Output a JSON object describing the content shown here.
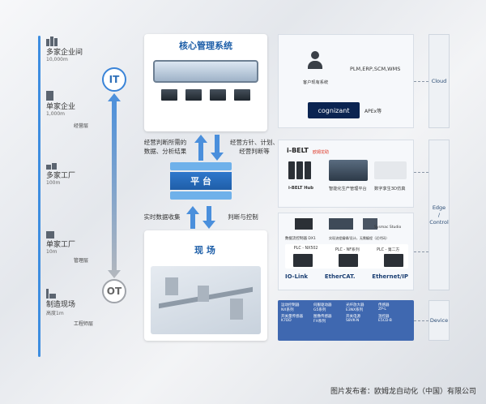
{
  "levels": [
    {
      "title": "多家企业间",
      "sub": "10,000m",
      "role": ""
    },
    {
      "title": "单家企业",
      "sub": "1,000m",
      "role": "经营层"
    },
    {
      "title": "多家工厂",
      "sub": "100m",
      "role": ""
    },
    {
      "title": "单家工厂",
      "sub": "10m",
      "role": "管理层"
    },
    {
      "title": "制造现场",
      "sub": "高度1m",
      "role": "工程师层"
    }
  ],
  "it_label": "IT",
  "ot_label": "OT",
  "core": {
    "title": "核心管理系统"
  },
  "platform": {
    "label": "平 台"
  },
  "site": {
    "title": "现 场"
  },
  "arrows": {
    "up_left": [
      "经营判断所需的",
      "数据、分析结果"
    ],
    "down_right": [
      "经营方针、计划、",
      "经营判断等"
    ],
    "up_left2": "实时数据收集",
    "down_right2": "判断与控制"
  },
  "cloud": {
    "systems": "PLM,ERP,SCM,WMS",
    "client": "客户现有系统",
    "brand": "cognizant",
    "apex": "APEx等"
  },
  "edge": {
    "brand": "i-BELT",
    "tag": "欧姆龙助",
    "items": [
      "i-BELT Hub",
      "智能化生产管理平台",
      "数字孪生3D仿真"
    ]
  },
  "control": {
    "top": [
      "数据流控制器 DX1",
      "实现流程编辑/设计，无需编程（近代码）",
      "Sysmac Studio"
    ],
    "plcs": [
      "PLC - NX502",
      "PLC - NF系列",
      "PLC - 第二方"
    ],
    "networks": [
      "IO-Link",
      "EtherCAT.",
      "Ethernet/IP"
    ]
  },
  "device": {
    "items": [
      {
        "a": "运动控制器",
        "b": "NX系列"
      },
      {
        "a": "伺服驱动器",
        "b": "G5系列"
      },
      {
        "a": "光纤放大器",
        "b": "E3NX系列"
      },
      {
        "a": "传感器",
        "b": "ZP-L"
      },
      {
        "a": "开关量传感器",
        "b": "K7DD"
      },
      {
        "a": "图像传感器",
        "b": "FH系列"
      },
      {
        "a": "开关电源",
        "b": "S8VK-N"
      },
      {
        "a": "温控器",
        "b": "E5CD-B"
      }
    ]
  },
  "tabs": {
    "cloud": "Cloud",
    "edge": [
      "Edge",
      "/",
      "Control"
    ],
    "device": "Device"
  },
  "caption": "图片发布者：欧姆龙自动化（中国）有限公司",
  "colors": {
    "accent": "#1d5ea8",
    "axis": "#3d8de0",
    "device": "#3f68b0"
  }
}
